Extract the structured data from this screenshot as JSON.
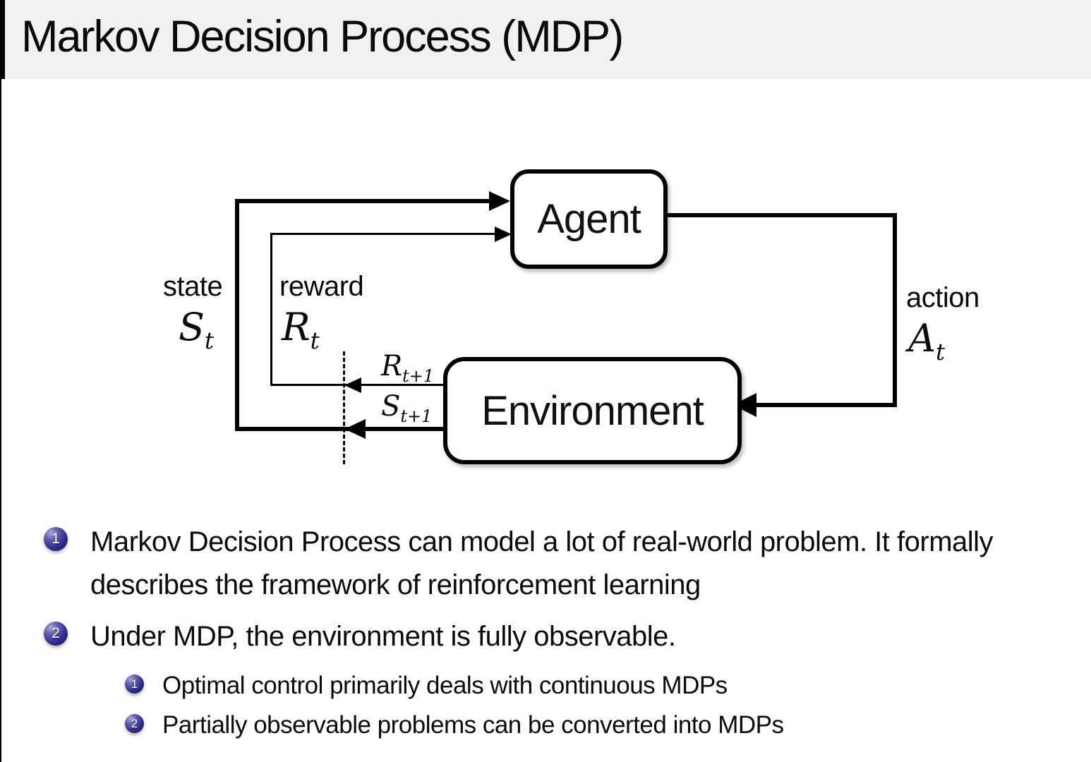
{
  "title": "Markov Decision Process (MDP)",
  "colors": {
    "title_bar_bg": "#f1f1f1",
    "badge_blue": "#2e2e8f",
    "line_black": "#000000",
    "page_bg": "#ffffff"
  },
  "diagram": {
    "agent_label": "Agent",
    "environment_label": "Environment",
    "state_label": "state",
    "state_symbol": {
      "base": "S",
      "sub": "t"
    },
    "reward_label": "reward",
    "reward_symbol": {
      "base": "R",
      "sub": "t"
    },
    "action_label": "action",
    "action_symbol": {
      "base": "A",
      "sub": "t"
    },
    "reward_next_symbol": {
      "base": "R",
      "sub": "t+1"
    },
    "state_next_symbol": {
      "base": "S",
      "sub": "t+1"
    }
  },
  "bullets": [
    {
      "number": "1",
      "text": "Markov Decision Process can model a lot of real-world problem. It formally describes the framework of reinforcement learning",
      "subitems": []
    },
    {
      "number": "2",
      "text": "Under MDP, the environment is fully observable.",
      "subitems": [
        {
          "number": "1",
          "text": "Optimal control primarily deals with continuous MDPs"
        },
        {
          "number": "2",
          "text": "Partially observable problems can be converted into MDPs"
        }
      ]
    }
  ]
}
